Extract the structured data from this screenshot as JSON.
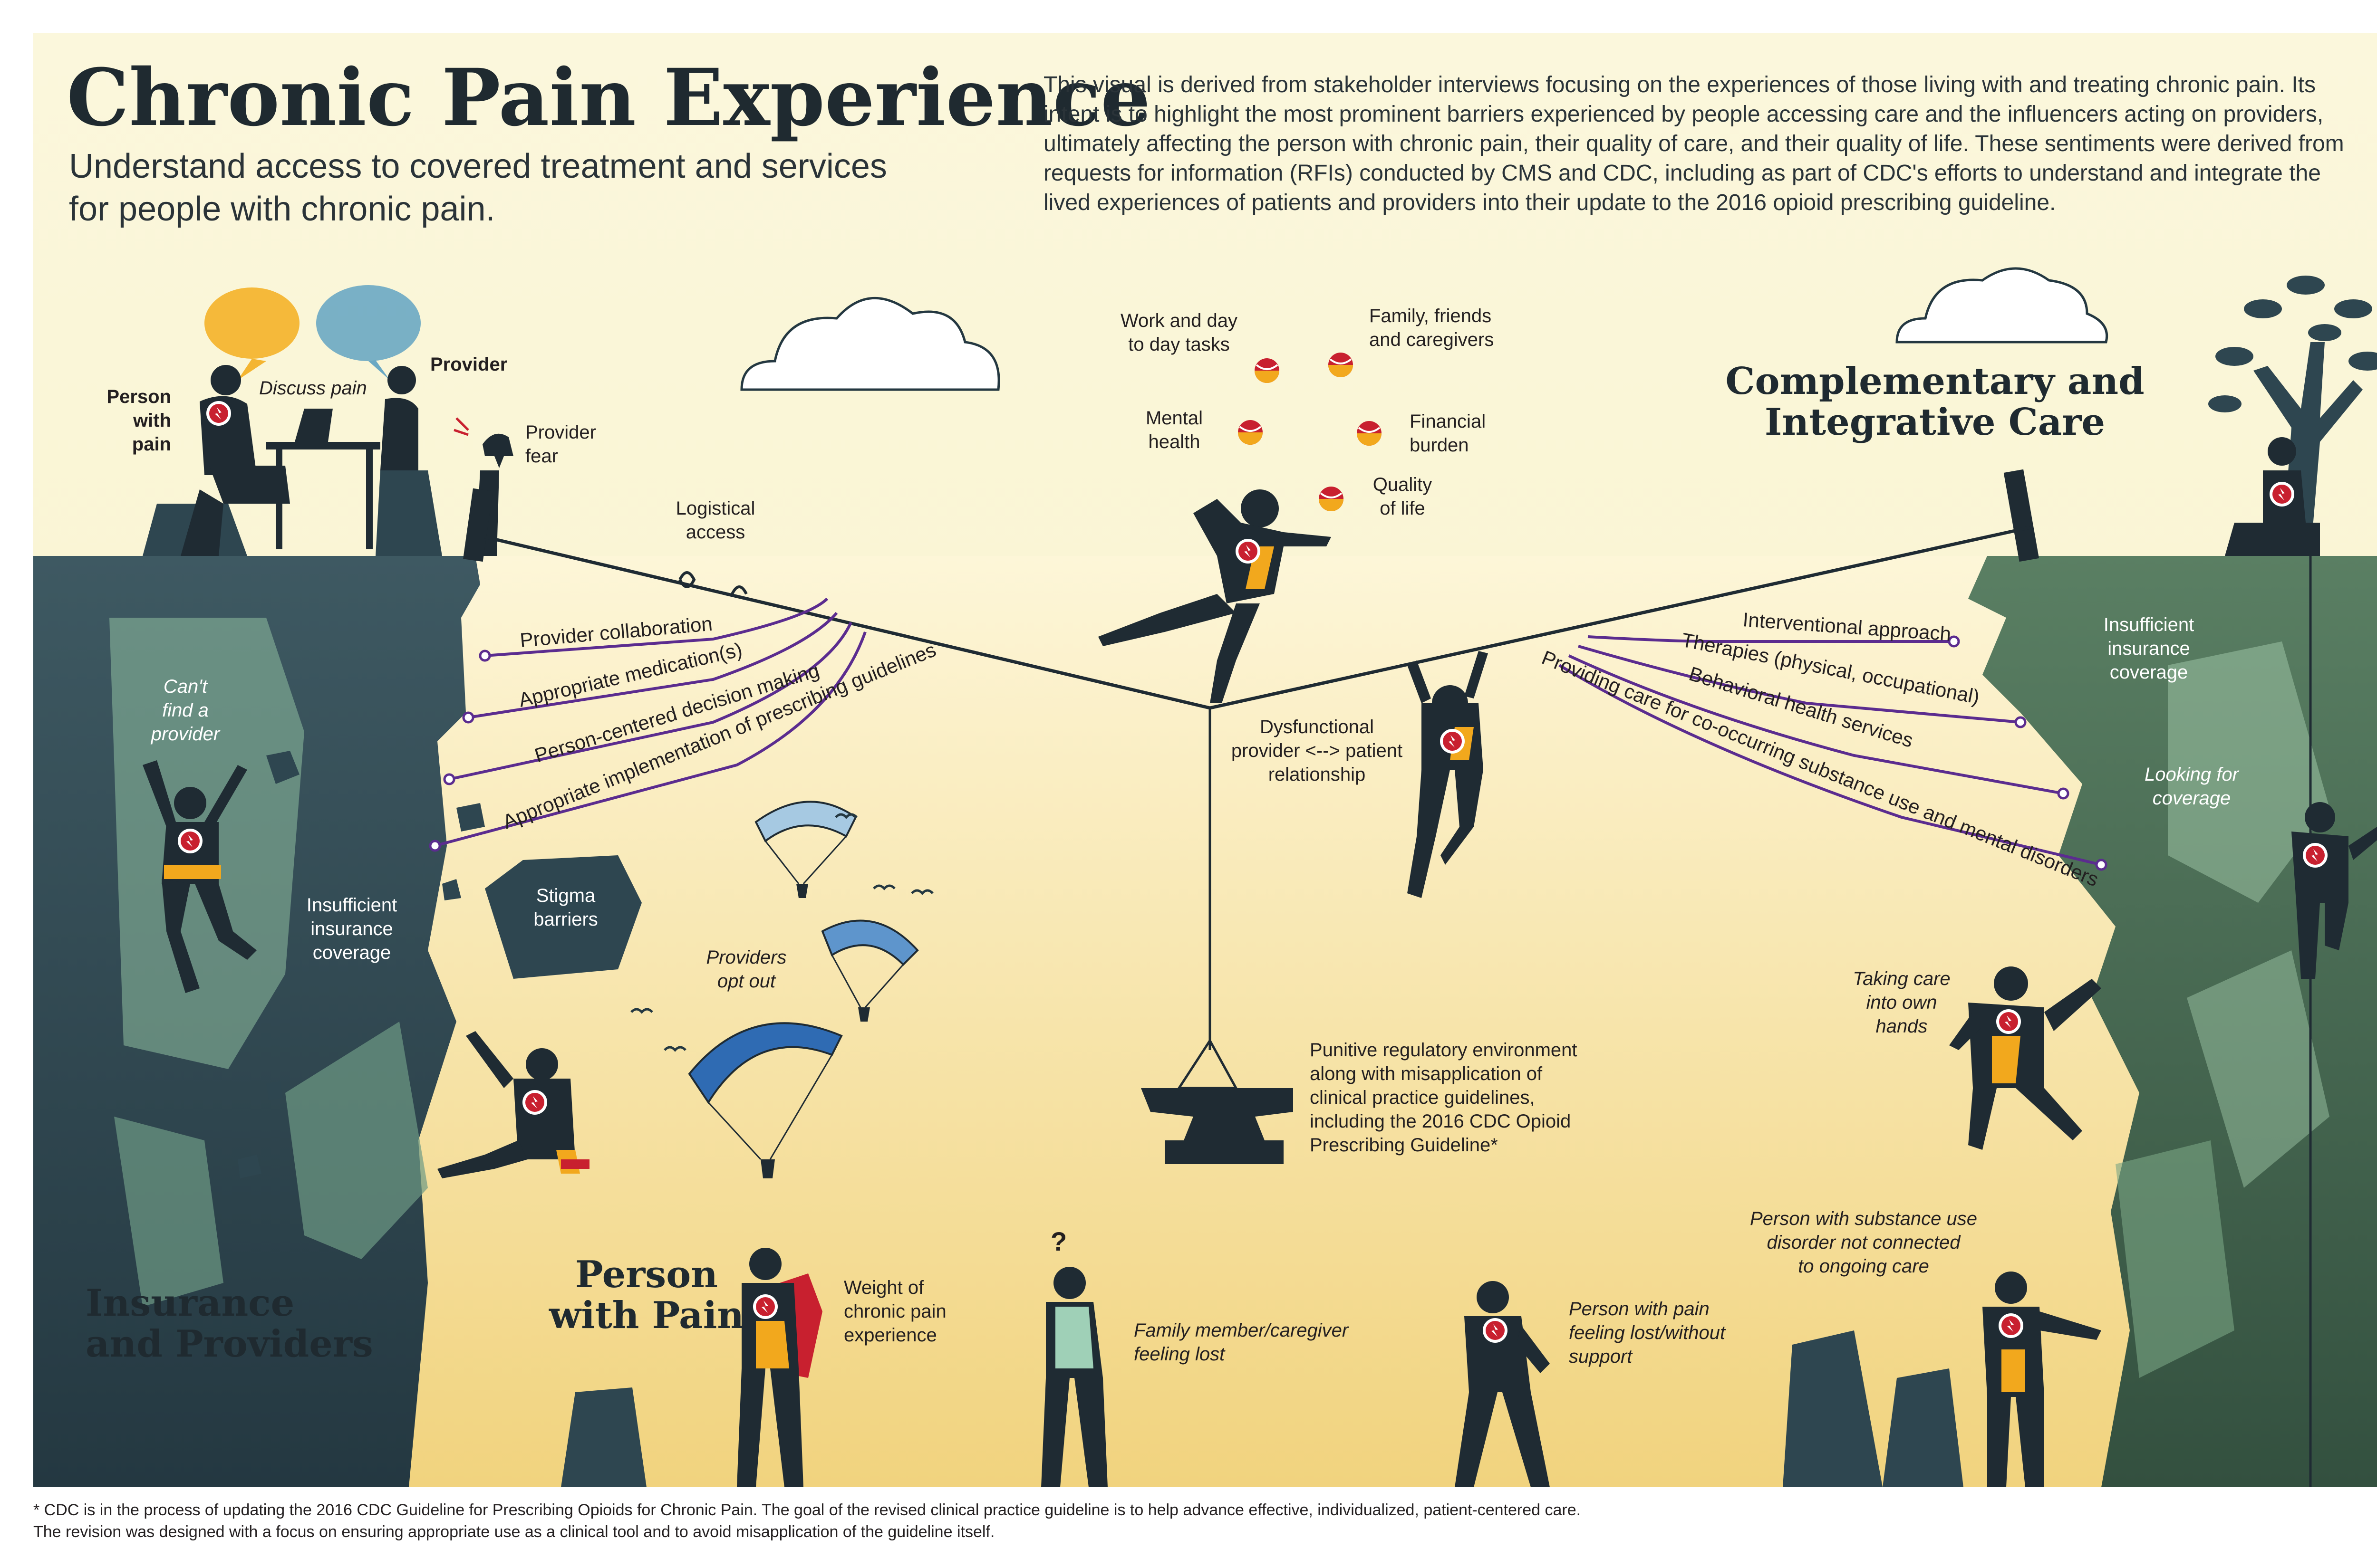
{
  "header": {
    "title": "Chronic Pain Experience",
    "subtitle": "Understand access to covered treatment and services\nfor people with chronic pain.",
    "intro": "This visual is derived from stakeholder interviews focusing on the experiences of those living with and treating chronic pain. Its intent is to highlight the most prominent barriers experienced by people accessing care and the influencers acting on providers, ultimately affecting the person with chronic pain, their quality of care, and their quality of life. These sentiments were derived from requests for information (RFIs) conducted by CMS and CDC, including as part of CDC's efforts to understand and integrate the lived experiences of patients and providers into their update to the 2016 opioid prescribing guideline."
  },
  "sections": {
    "insurance": "Insurance\nand Providers",
    "person": "Person\nwith Pain",
    "complementary": "Complementary and\nIntegrative Care"
  },
  "top_left": {
    "person_with_pain": "Person\nwith pain",
    "discuss_pain": "Discuss pain",
    "provider": "Provider",
    "provider_fear": "Provider\nfear",
    "logistical_access": "Logistical\naccess"
  },
  "left_lines": [
    "Provider collaboration",
    "Appropriate medication(s)",
    "Person-centered decision making",
    "Appropriate implementation of prescribing guidelines"
  ],
  "right_lines": [
    "Interventional approach",
    "Therapies (physical, occupational)",
    "Behavioral health services",
    "Providing care for co-occurring substance use and mental disorders"
  ],
  "juggling": {
    "work": "Work and day\nto day tasks",
    "family": "Family, friends\nand caregivers",
    "mental": "Mental\nhealth",
    "financial": "Financial\nburden",
    "quality": "Quality\nof life"
  },
  "labels": {
    "dysfunctional": "Dysfunctional\nprovider <--> patient\nrelationship",
    "cant_find": "Can't\nfind a\nprovider",
    "insufficient_left": "Insufficient\ninsurance\ncoverage",
    "stigma": "Stigma\nbarriers",
    "opt_out": "Providers\nopt out",
    "punitive": "Punitive regulatory environment\nalong with misapplication of\nclinical practice guidelines,\nincluding the 2016 CDC Opioid\nPrescribing Guideline*",
    "insufficient_right": "Insufficient\ninsurance\ncoverage",
    "looking": "Looking for\ncoverage",
    "taking_care": "Taking care\ninto own\nhands",
    "sud": "Person with substance use\ndisorder not connected\nto ongoing care",
    "weight": "Weight of\nchronic pain\nexperience",
    "family_lost": "Family member/caregiver\nfeeling lost",
    "person_lost": "Person with pain\nfeeling lost/without\nsupport",
    "question_mark": "?"
  },
  "footer": "*  CDC is in the process of updating the 2016 CDC Guideline for Prescribing Opioids for Chronic Pain. The goal of the revised clinical practice guideline is to help advance effective, individualized, patient-centered care.\n    The revision was designed with a focus on ensuring appropriate use as a clinical tool and to avoid misapplication of the guideline itself.",
  "colors": {
    "sky_top": "#f7f2d0",
    "sky_bottom": "#f2d98c",
    "cliff_left": "#2e4650",
    "cliff_right": "#4e7a5e",
    "purple_line": "#5b2c8f",
    "figure_dark": "#1f2b33",
    "figure_orange": "#f2a81d",
    "pain_red": "#c8202f"
  }
}
